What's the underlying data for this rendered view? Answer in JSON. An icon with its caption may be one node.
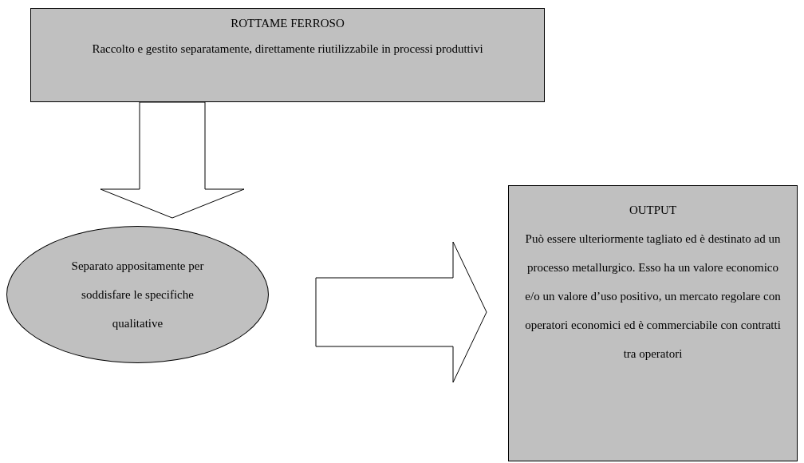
{
  "diagram": {
    "nodes": [
      {
        "text": [
          "ROTTAME FERROSO",
          "Raccolto e gestito separatamente, direttamente riutilizzabile in processi produttivi"
        ]
      },
      {
        "text": [
          "Separato appositamente per soddisfare le specifiche qualitative"
        ]
      },
      {
        "text": [
          "OUTPUT",
          "Può essere ulteriormente tagliato ed è destinato ad un processo metallurgico. Esso ha un valore economico e/o un valore d’uso positivo, un mercato regolare con operatori economici ed è commerciabile con contratti tra operatori"
        ]
      }
    ],
    "edges": [
      {
        "from": 0,
        "to": 1,
        "arrow": "to"
      },
      {
        "from": 1,
        "to": 2,
        "arrow": "to"
      }
    ]
  }
}
